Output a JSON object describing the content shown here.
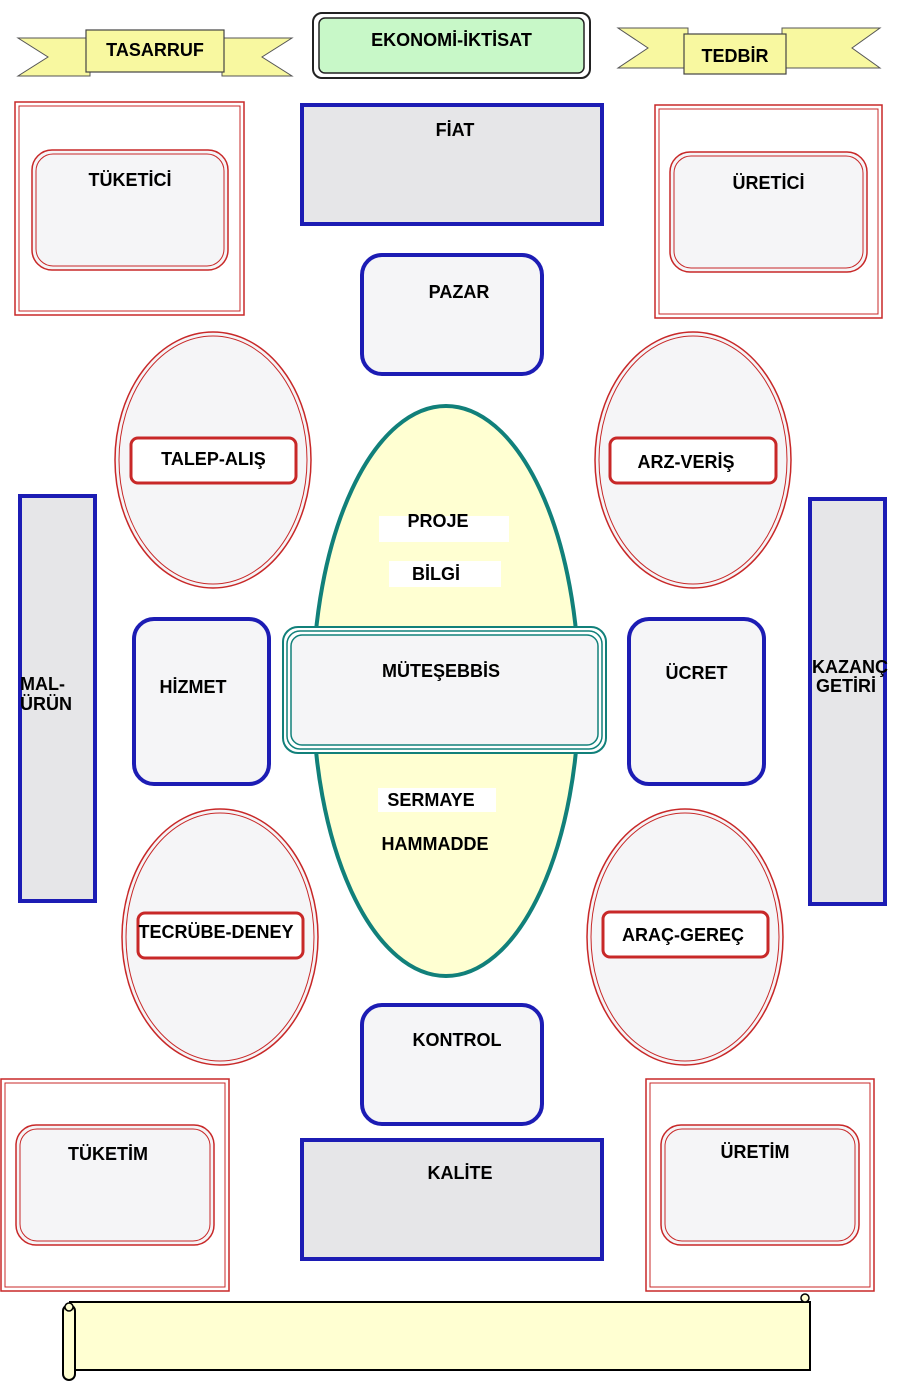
{
  "title": "EKONOMİ-İKTİSAT",
  "banners": {
    "left": "TASARRUF",
    "right": "TEDBİR"
  },
  "top_row": {
    "left": "TÜKETİCİ",
    "center": "FİAT",
    "right": "ÜRETİCİ"
  },
  "pazar": "PAZAR",
  "ovals": {
    "top_left": "TALEP-ALIŞ",
    "top_right": "ARZ-VERİŞ",
    "bottom_left": "TECRÜBE-DENEY",
    "bottom_right": "ARAÇ-GEREÇ"
  },
  "side_bars": {
    "left_line1": "MAL-",
    "left_line2": "ÜRÜN",
    "right_line1": "KAZANÇ",
    "right_line2": "GETİRİ"
  },
  "middle_row": {
    "left": "HİZMET",
    "center": "MÜTEŞEBBİS",
    "right": "ÜCRET"
  },
  "central_ellipse": {
    "proje": "PROJE",
    "bilgi": "BİLGİ",
    "sermaye": "SERMAYE",
    "hammadde": "HAMMADDE"
  },
  "kontrol": "KONTROL",
  "bottom_row": {
    "left": "TÜKETİM",
    "center": "KALİTE",
    "right": "ÜRETİM"
  },
  "colors": {
    "red": "#c82828",
    "blue": "#1c1cb4",
    "teal": "#11807a",
    "yellow": "#f8f8a0",
    "cream": "#ffffd2",
    "mint": "#c8f8c8",
    "grey_fill": "#e6e6e8",
    "light_fill": "#f5f5f7"
  }
}
